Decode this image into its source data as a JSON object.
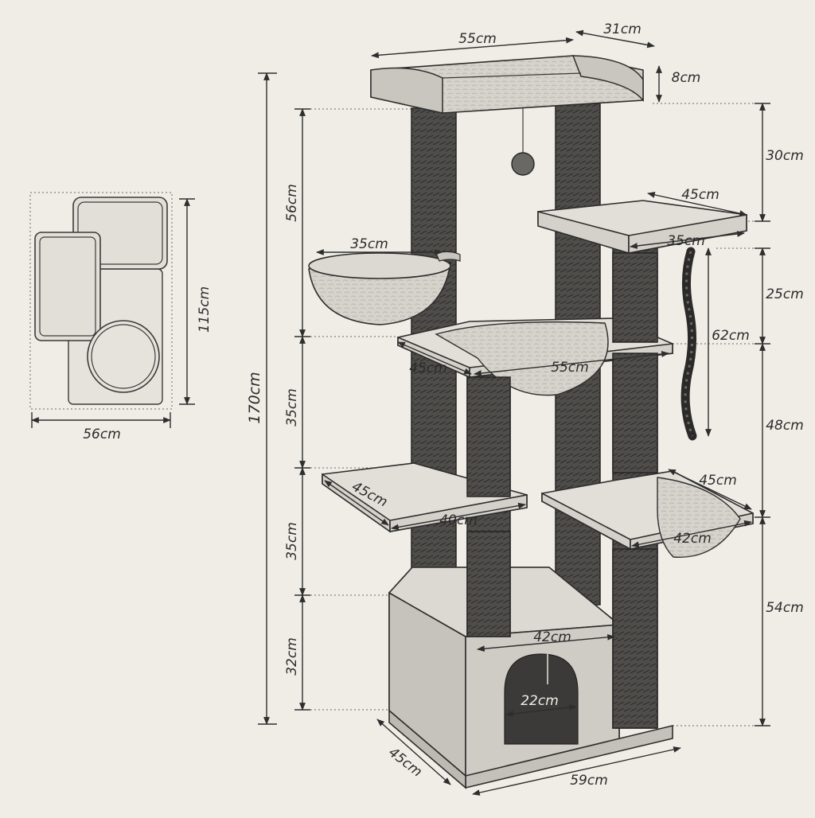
{
  "colors": {
    "paper": "#efede6",
    "ink": "#2b2b2b",
    "sisal_post": "#4f4d4a",
    "plush": "#d4d1ca"
  },
  "labels": {
    "top_perch_width": "55cm",
    "top_perch_depth": "31cm",
    "top_perch_rim": "8cm",
    "seg_top": "30cm",
    "platform_upper_right_width": "45cm",
    "platform_upper_right_depth": "35cm",
    "seg_25": "25cm",
    "rope_length": "62cm",
    "seg_48": "48cm",
    "basket_width": "35cm",
    "hammock_mid_depth": "45cm",
    "hammock_mid_width": "55cm",
    "platform_left_depth": "45cm",
    "platform_left_width": "40cm",
    "hammock_right_depth": "45cm",
    "hammock_right_width": "42cm",
    "seg_54": "54cm",
    "condo_width": "42cm",
    "condo_door": "22cm",
    "base_depth": "45cm",
    "base_width": "59cm",
    "total_height": "170cm",
    "seg_56": "56cm",
    "seg_35a": "35cm",
    "seg_35b": "35cm",
    "seg_32": "32cm",
    "footprint_height": "115cm",
    "footprint_width": "56cm"
  }
}
